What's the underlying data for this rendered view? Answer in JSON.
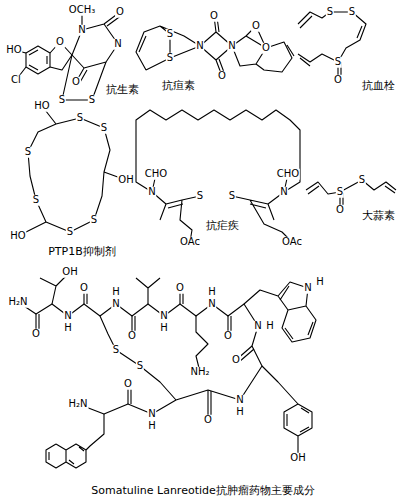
{
  "diagram": {
    "caption": "Somatuline Lanreotide抗肿瘤药物主要成分",
    "labels": [
      "OCH₃",
      "N",
      "O",
      "HO",
      "O",
      "Cl",
      "N",
      "O",
      "S",
      "S",
      "抗生素",
      "S",
      "S",
      "N",
      "O",
      "N",
      "O",
      "O",
      "O",
      "抗疸素",
      "S",
      "S",
      "S",
      "O",
      "抗血栓",
      "HO",
      "S",
      "S",
      "OH",
      "S",
      "S",
      "HO",
      "S",
      "S",
      "PTP1B抑制剂",
      "CHO",
      "N",
      "S",
      "S",
      "N",
      "CHO",
      "OAc",
      "OAc",
      "抗疟疾",
      "S",
      "O",
      "S",
      "大蒜素",
      "OH",
      "H₂N",
      "O",
      "N",
      "H",
      "O",
      "N",
      "H",
      "O",
      "N",
      "H",
      "O",
      "N",
      "H",
      "O",
      "NH₂",
      "N",
      "H",
      "N",
      "H",
      "O",
      "S",
      "S",
      "OH",
      "N",
      "H",
      "O",
      "N",
      "H",
      "O",
      "H₂N"
    ]
  }
}
